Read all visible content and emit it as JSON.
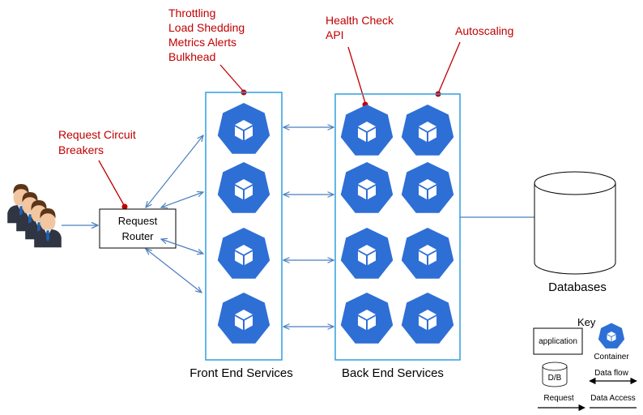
{
  "colors": {
    "annotation": "#c00000",
    "container": "#2e6fd6",
    "box_border": "#2e9fe0",
    "arrow": "#4a7fbf"
  },
  "annotations": {
    "throttling_line1": "Throttling",
    "throttling_line2": "Load Shedding",
    "throttling_line3": "Metrics Alerts",
    "throttling_line4": "Bulkhead",
    "health_line1": "Health Check",
    "health_line2": "API",
    "autoscaling": "Autoscaling",
    "circuit_line1": "Request Circuit",
    "circuit_line2": "Breakers"
  },
  "router": {
    "line1": "Request",
    "line2": "Router"
  },
  "labels": {
    "front_end": "Front End Services",
    "back_end": "Back End Services",
    "databases": "Databases"
  },
  "key": {
    "title": "Key",
    "application": "application",
    "container": "Container",
    "db": "D/B",
    "data_flow": "Data flow",
    "request": "Request",
    "data_access": "Data Access"
  },
  "icons": {
    "users": "users-group-icon",
    "container": "container-cube-icon",
    "database": "database-cylinder-icon"
  }
}
